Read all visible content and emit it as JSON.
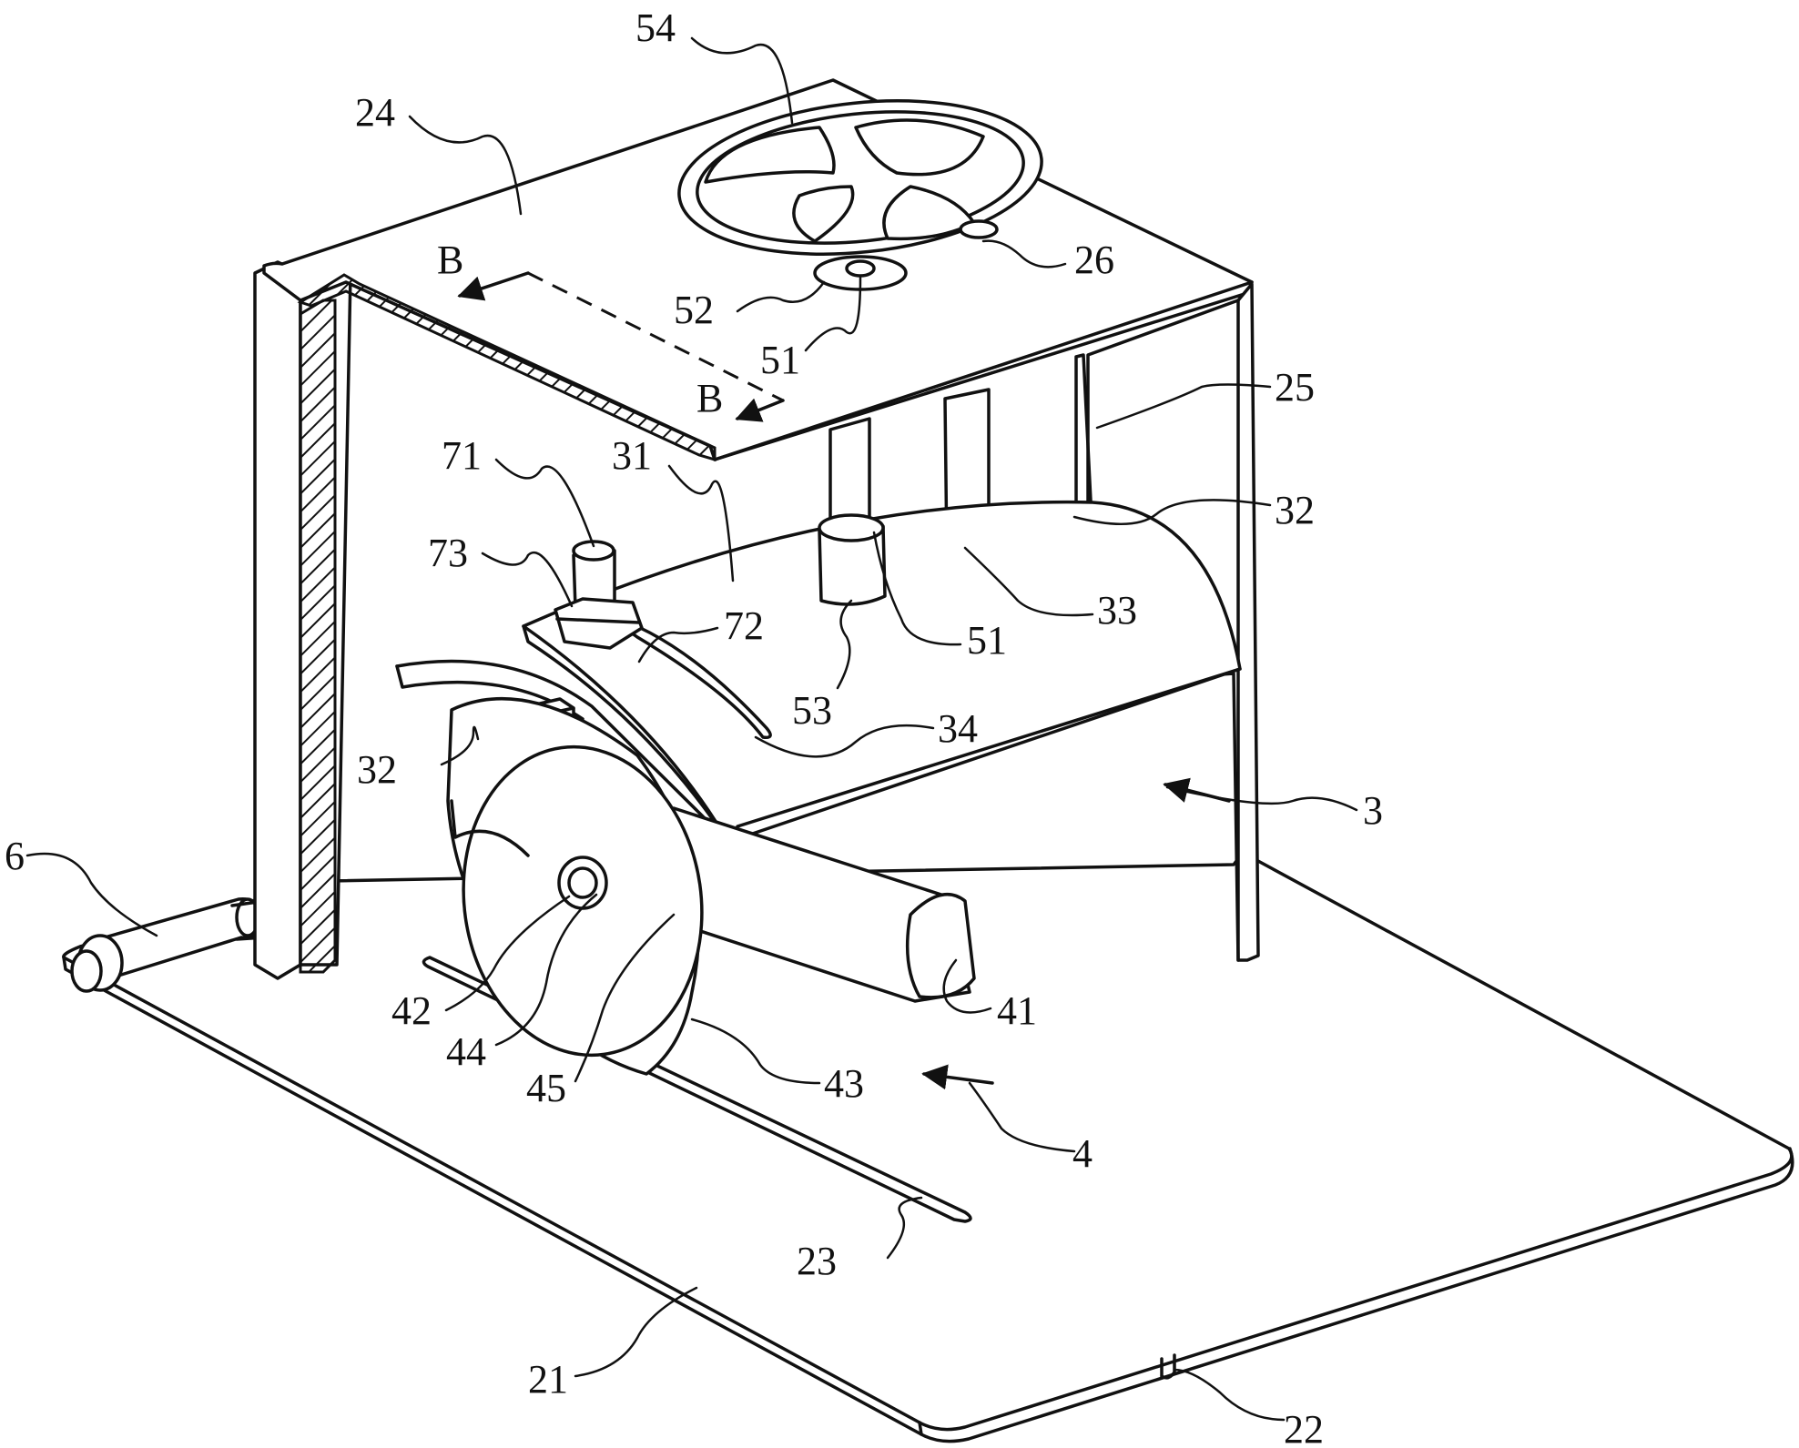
{
  "labels": {
    "l54": "54",
    "l24": "24",
    "l26": "26",
    "l52": "52",
    "l51a": "51",
    "l25": "25",
    "l32a": "32",
    "l71": "71",
    "l31": "31",
    "l73": "73",
    "l72": "72",
    "l33": "33",
    "l51b": "51",
    "l53": "53",
    "l34": "34",
    "l32b": "32",
    "l3": "3",
    "l6": "6",
    "l42": "42",
    "l44": "44",
    "l45": "45",
    "l43": "43",
    "l41": "41",
    "l4": "4",
    "l23": "23",
    "l21": "21",
    "l22": "22",
    "b1": "B",
    "b2": "B"
  }
}
